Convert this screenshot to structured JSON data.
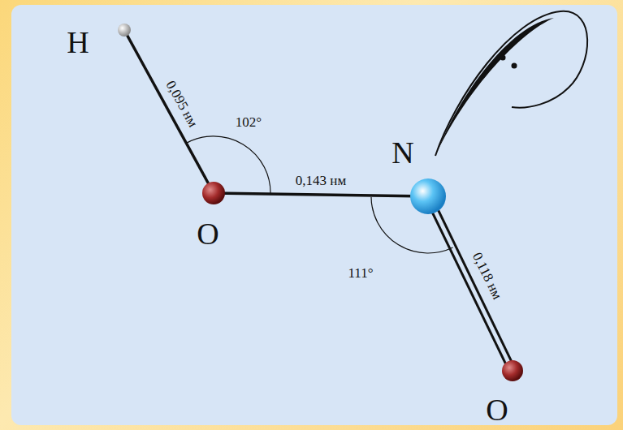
{
  "diagram": {
    "labels": [
      "H",
      "0,095 нм",
      "102°",
      "O",
      "0,143 нм",
      "N",
      "111°",
      "0,118 нм",
      "O"
    ]
  }
}
